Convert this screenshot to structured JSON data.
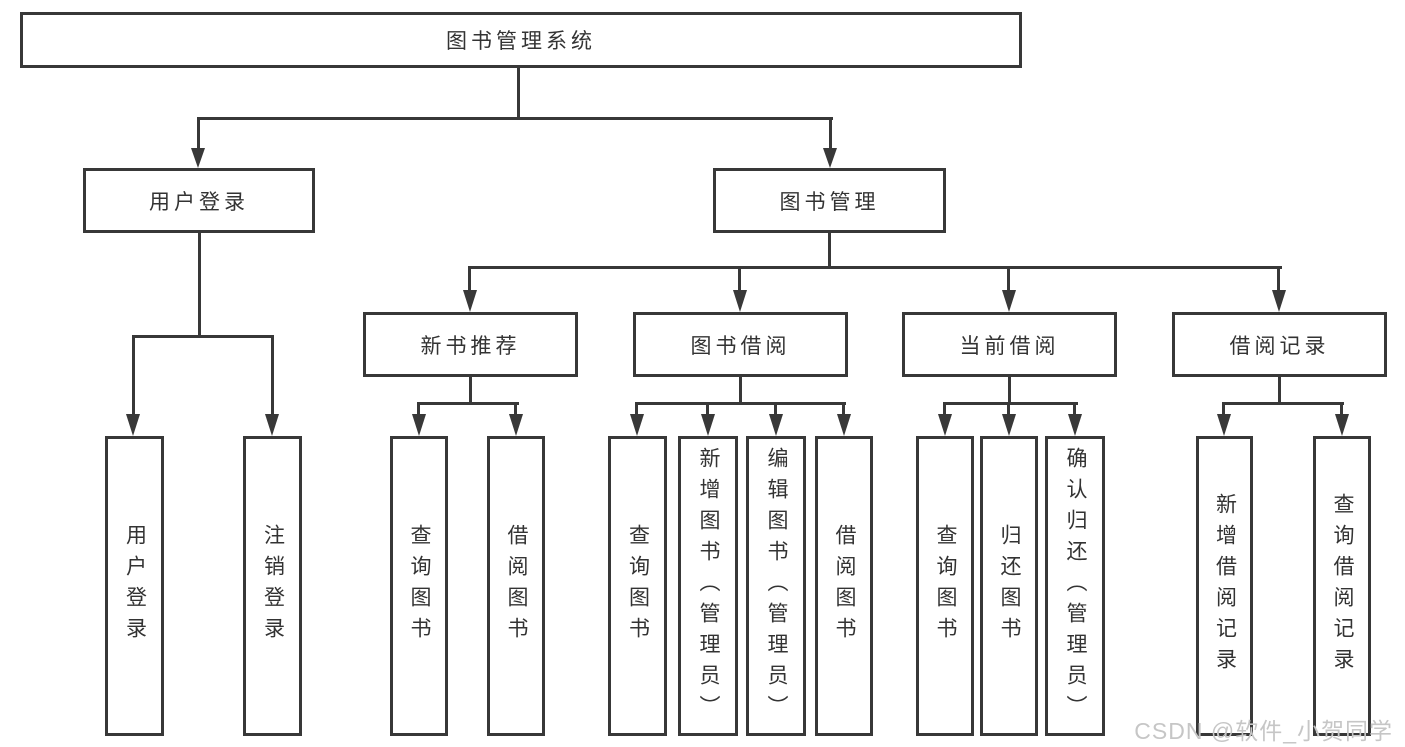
{
  "colors": {
    "line": "#383838",
    "text": "#333333",
    "background": "#ffffff",
    "watermark": "#c6c6c6"
  },
  "watermark": {
    "text": "CSDN @软件_小贺同学"
  },
  "tree": {
    "root": {
      "label": "图书管理系统"
    },
    "branches": [
      {
        "label": "用户登录",
        "children": [
          "用户登录",
          "注销登录"
        ]
      },
      {
        "label": "图书管理",
        "children": [
          {
            "label": "新书推荐",
            "children": [
              "查询图书",
              "借阅图书"
            ]
          },
          {
            "label": "图书借阅",
            "children": [
              "查询图书",
              "新增图书（管理员）",
              "编辑图书（管理员）",
              "借阅图书"
            ]
          },
          {
            "label": "当前借阅",
            "children": [
              "查询图书",
              "归还图书",
              "确认归还（管理员）"
            ]
          },
          {
            "label": "借阅记录",
            "children": [
              "新增借阅记录",
              "查询借阅记录"
            ]
          }
        ]
      }
    ]
  }
}
